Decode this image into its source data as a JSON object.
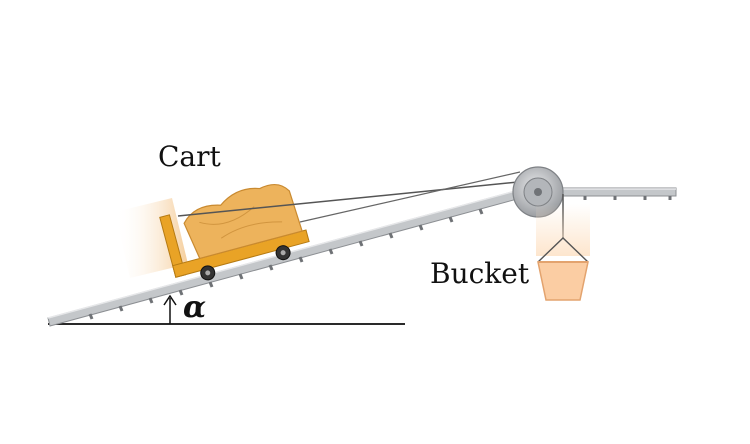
{
  "labels": {
    "cart": "Cart",
    "bucket": "Bucket",
    "angle": "α"
  },
  "colors": {
    "rail": "#b9bcc0",
    "rail_edge": "#8c8f93",
    "ground": "#2a2a2a",
    "cart_frame": "#e9a326",
    "cart_load": "#edb35c",
    "bucket_fill": "#fbcda3",
    "bucket_stroke": "#e3a36e",
    "rope": "#555555",
    "motion_blur": "#f7d9b0"
  }
}
